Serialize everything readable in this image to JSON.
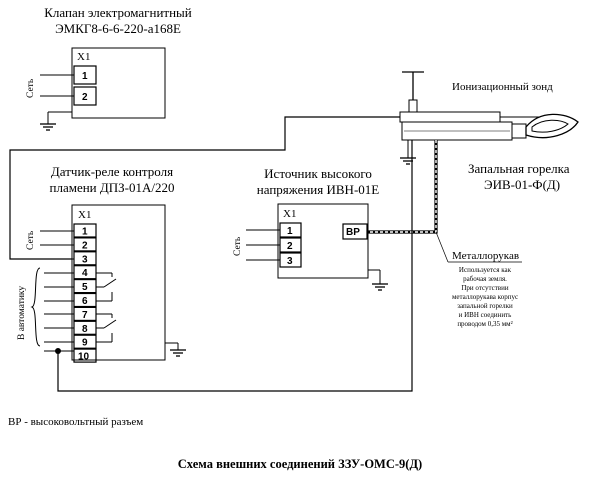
{
  "valve": {
    "title_line1": "Клапан электромагнитный",
    "title_line2": "ЭМКГ8-6-6-220-а168Е",
    "connector": "Х1",
    "pins": [
      "1",
      "2"
    ],
    "side_label": "Сеть"
  },
  "sensor": {
    "title_line1": "Датчик-реле контроля",
    "title_line2": "пламени ДПЗ-01А/220",
    "connector": "Х1",
    "pins": [
      "1",
      "2",
      "3",
      "4",
      "5",
      "6",
      "7",
      "8",
      "9",
      "10"
    ],
    "side_label_net": "Сеть",
    "side_label_auto": "В автоматику"
  },
  "hv_source": {
    "title_line1": "Источник высокого",
    "title_line2": "напряжения ИВН-01Е",
    "connector": "Х1",
    "pins": [
      "1",
      "2",
      "3"
    ],
    "side_label": "Сеть",
    "hv_connector": "ВР"
  },
  "probe": {
    "label": "Ионизационный зонд"
  },
  "igniter": {
    "label_line1": "Запальная горелка",
    "label_line2": "ЭИВ-01-Ф(Д)"
  },
  "metal_hose": {
    "label": "Металлорукав",
    "note": [
      "Используется как",
      "рабочая земля.",
      "При отсутствии",
      "металлорукава корпус",
      "запальной горелки",
      "и ИВН соединить",
      "проводом 0,35 мм²"
    ]
  },
  "legend": "ВР - высоковольтный разъем",
  "footer_title": "Схема внешних соединений ЗЗУ-ОМС-9(Д)"
}
